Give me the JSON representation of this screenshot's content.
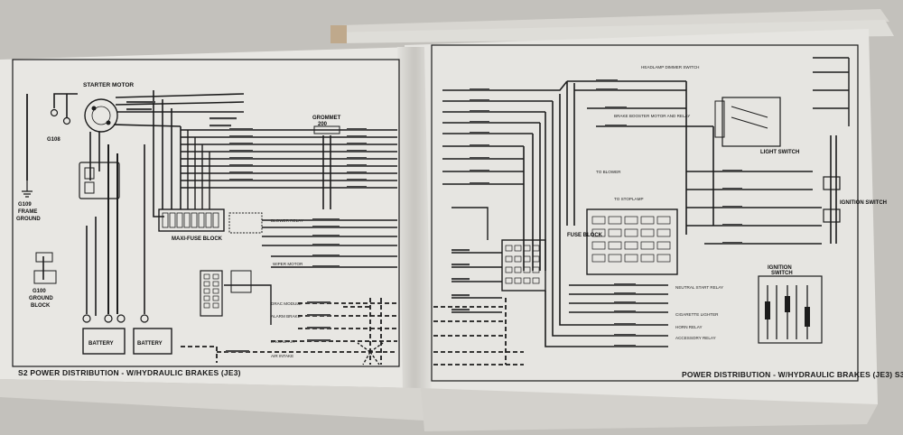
{
  "left_page": {
    "footer_left": "S2  POWER DISTRIBUTION - W/HYDRAULIC BRAKES (JE3)",
    "labels": {
      "starter_motor": "STARTER MOTOR",
      "grommet": "GROMMET",
      "grommet_num": "200",
      "maxi_fuse_block": "MAXI-FUSE BLOCK",
      "g108": "G108",
      "g109": "G109",
      "frame": "FRAME",
      "ground": "GROUND",
      "g100": "G100",
      "ground2": "GROUND",
      "block": "BLOCK",
      "battery1": "BATTERY",
      "battery2": "BATTERY",
      "blower_relay": "BLOWER RELAY",
      "wiper_motor": "WIPER MOTOR",
      "abs_module": "DRAC MODULE",
      "alarm_brake": "ALARM BRAKE",
      "engine_air": "ENGINE AIR",
      "air_intake": "AIR INTAKE"
    }
  },
  "right_page": {
    "footer_right": "POWER DISTRIBUTION - W/HYDRAULIC BRAKES (JE3)  S3",
    "labels": {
      "headlamp_switch": "HEADLAMP DIMMER SWITCH",
      "brake_booster": "BRAKE BOOSTER MOTOR AND RELAY",
      "light_switch": "LIGHT SWITCH",
      "fuse_block": "FUSE BLOCK",
      "ignition_switch": "IGNITION SWITCH",
      "ignition": "IGNITION",
      "switch": "SWITCH",
      "to_blower": "TO BLOWER",
      "to_stoplamp": "TO STOPLAMP",
      "neutral_start": "NEUTRAL START RELAY",
      "horn_relay": "HORN RELAY",
      "accessory_relay": "ACCESSORY RELAY",
      "cigarette_lighter": "CIGARETTE LIGHTER"
    }
  },
  "colors": {
    "paper": "#e6e5e1",
    "ink": "#1c1c1c",
    "background": "#bfbdb9"
  }
}
